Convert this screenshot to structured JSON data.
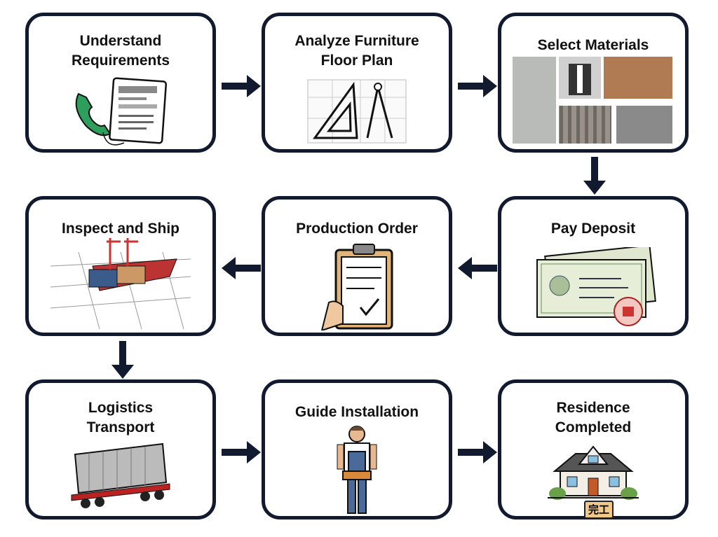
{
  "steps": [
    {
      "title_line1": "Understand",
      "title_line2": "Requirements",
      "icon": "phone-document-icon"
    },
    {
      "title_line1": "Analyze Furniture",
      "title_line2": "Floor Plan",
      "icon": "drafting-tools-icon"
    },
    {
      "title_line1": "Select Materials",
      "icon": "material-samples-icon"
    },
    {
      "title_line1": "Pay Deposit",
      "icon": "banknotes-icon"
    },
    {
      "title_line1": "Production Order",
      "icon": "clipboard-icon"
    },
    {
      "title_line1": "Inspect and Ship",
      "icon": "port-ship-icon"
    },
    {
      "title_line1": "Logistics",
      "title_line2": "Transport",
      "icon": "container-truck-icon"
    },
    {
      "title_line1": "Guide Installation",
      "icon": "worker-icon"
    },
    {
      "title_line1": "Residence",
      "title_line2": "Completed",
      "icon": "house-icon",
      "sign": "完工"
    }
  ],
  "colors": {
    "border": "#111a2e",
    "arrow": "#111a2e"
  }
}
